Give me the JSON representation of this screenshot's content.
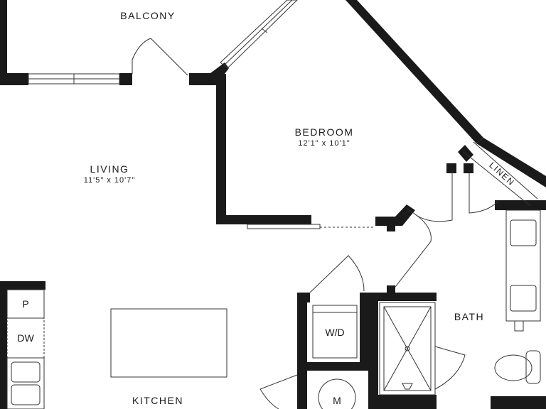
{
  "colors": {
    "wall": "#1a1a1a",
    "line": "#333333",
    "background": "#ffffff"
  },
  "rooms": {
    "balcony": {
      "name": "BALCONY"
    },
    "bedroom": {
      "name": "BEDROOM",
      "dimensions": "12'1\" x 10'1\""
    },
    "living": {
      "name": "LIVING",
      "dimensions": "11'5\" x 10'7\""
    },
    "linen": {
      "name": "LINEN"
    },
    "bath": {
      "name": "BATH"
    },
    "kitchen": {
      "name": "KITCHEN"
    }
  },
  "fixtures": {
    "pantry": "P",
    "dishwasher": "DW",
    "washer_dryer": "W/D",
    "mechanical": "M"
  }
}
